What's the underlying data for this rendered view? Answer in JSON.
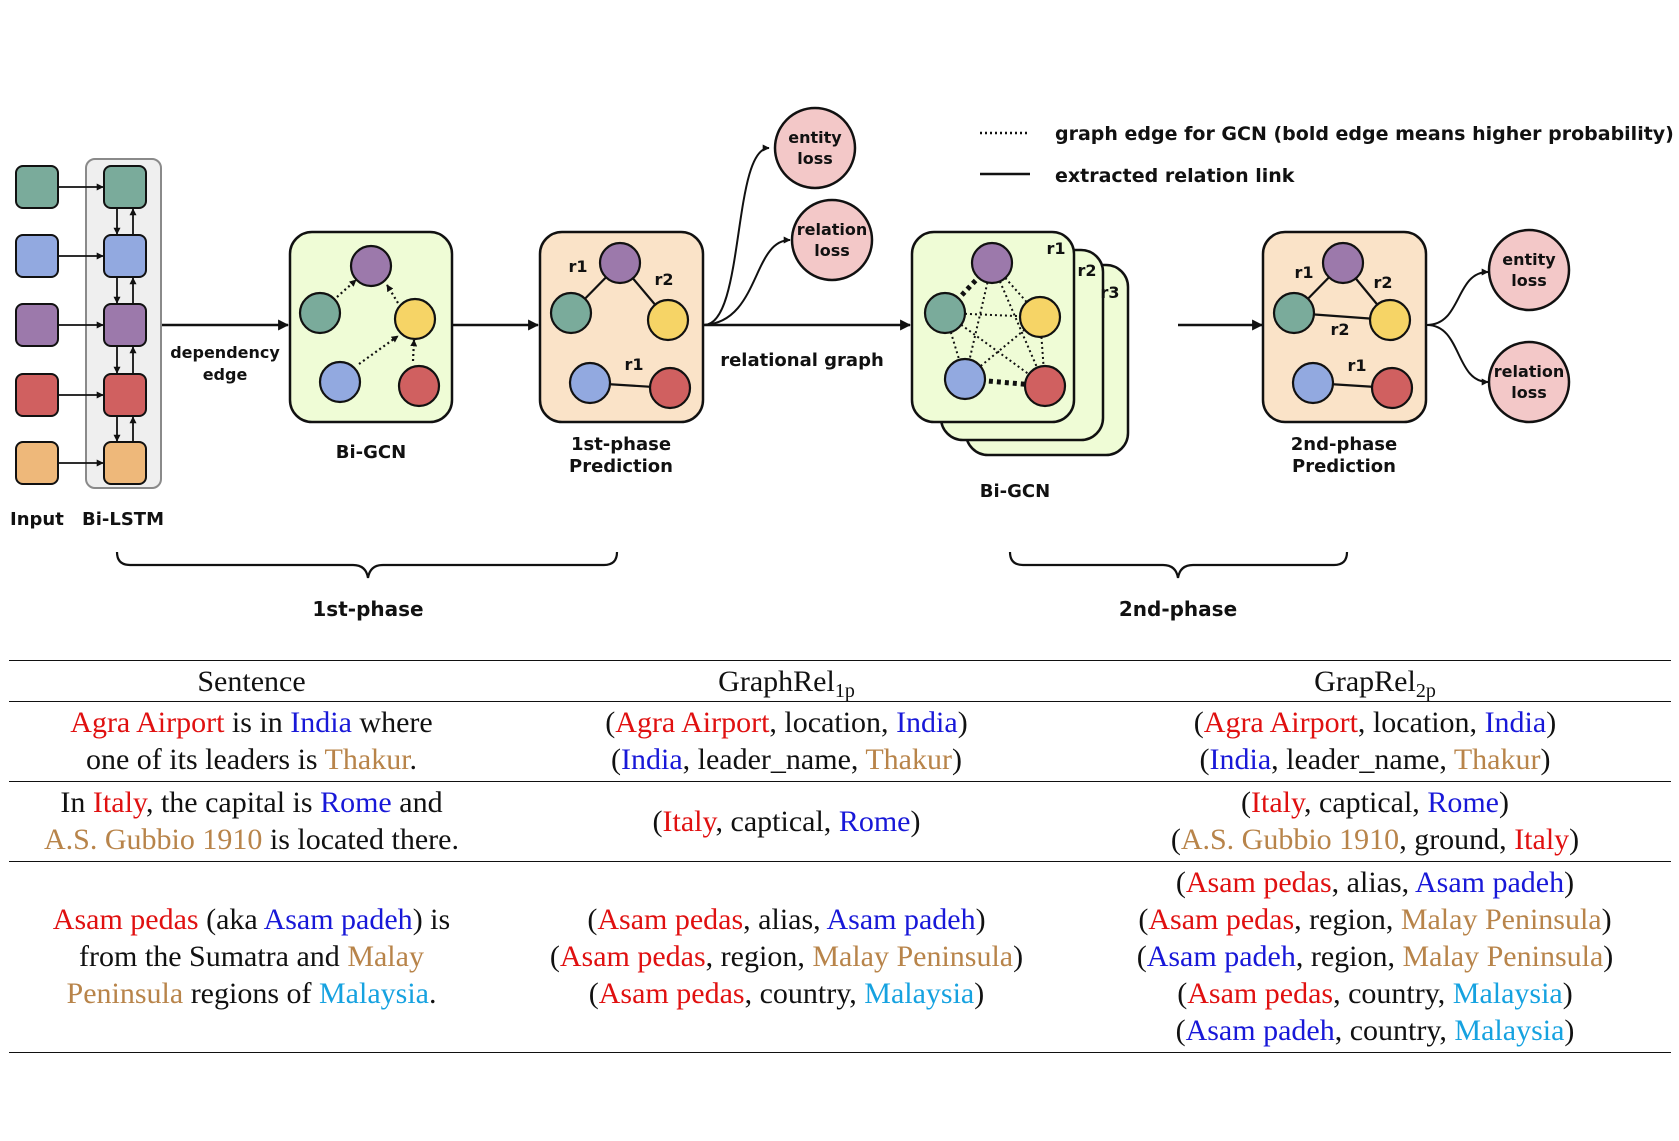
{
  "legend": {
    "dotted": "graph edge for GCN (bold edge means higher probability)",
    "solid": "extracted relation link"
  },
  "labels": {
    "input": "Input",
    "bilstm": "Bi-LSTM",
    "dependency_1": "dependency",
    "dependency_2": "edge",
    "bigcn1": "Bi-GCN",
    "pred1_1": "1st-phase",
    "pred1_2": "Prediction",
    "relational_graph": "relational graph",
    "bigcn2": "Bi-GCN",
    "pred2_1": "2nd-phase",
    "pred2_2": "Prediction",
    "phase1": "1st-phase",
    "phase2": "2nd-phase",
    "entity_1": "entity",
    "entity_2": "loss",
    "relation_1": "relation",
    "relation_2": "loss",
    "r1": "r1",
    "r2": "r2",
    "r3": "r3"
  },
  "colors": {
    "teal": "#7aab9b",
    "blue": "#92a9e0",
    "purple": "#9c79ab",
    "red": "#d06060",
    "orange": "#eeb87a",
    "yellow": "#f6d466",
    "green_panel": "#effcd6",
    "orange_panel": "#fae3c8",
    "loss_pink": "#f3c8c8",
    "head_entity": "#e01010",
    "tail_entity": "#1818d8",
    "third_entity": "#b8844a",
    "fourth_entity": "#16a2e0"
  },
  "table": {
    "headers": {
      "sentence": "Sentence",
      "g1_base": "GraphRel",
      "g1_sub": "1p",
      "g2_base": "GrapRel",
      "g2_sub": "2p"
    },
    "rows": [
      {
        "sentence": [
          [
            {
              "t": "Agra Airport",
              "c": "red"
            },
            {
              "t": " is in "
            },
            {
              "t": "India",
              "c": "blue"
            },
            {
              "t": " where"
            }
          ],
          [
            {
              "t": "one of its leaders is "
            },
            {
              "t": "Thakur",
              "c": "brown"
            },
            {
              "t": "."
            }
          ]
        ],
        "g1": [
          [
            {
              "t": "("
            },
            {
              "t": "Agra Airport",
              "c": "red"
            },
            {
              "t": ", location, "
            },
            {
              "t": "India",
              "c": "blue"
            },
            {
              "t": ")"
            }
          ],
          [
            {
              "t": "("
            },
            {
              "t": "India",
              "c": "blue"
            },
            {
              "t": ", leader_name, "
            },
            {
              "t": "Thakur",
              "c": "brown"
            },
            {
              "t": ")"
            }
          ]
        ],
        "g2": [
          [
            {
              "t": "("
            },
            {
              "t": "Agra Airport",
              "c": "red"
            },
            {
              "t": ", location, "
            },
            {
              "t": "India",
              "c": "blue"
            },
            {
              "t": ")"
            }
          ],
          [
            {
              "t": "("
            },
            {
              "t": "India",
              "c": "blue"
            },
            {
              "t": ", leader_name, "
            },
            {
              "t": "Thakur",
              "c": "brown"
            },
            {
              "t": ")"
            }
          ]
        ]
      },
      {
        "sentence": [
          [
            {
              "t": "In "
            },
            {
              "t": "Italy",
              "c": "red"
            },
            {
              "t": ", the capital is "
            },
            {
              "t": "Rome",
              "c": "blue"
            },
            {
              "t": " and"
            }
          ],
          [
            {
              "t": "A.S. Gubbio 1910",
              "c": "brown"
            },
            {
              "t": " is located there."
            }
          ]
        ],
        "g1": [
          [
            {
              "t": "("
            },
            {
              "t": "Italy",
              "c": "red"
            },
            {
              "t": ", captical, "
            },
            {
              "t": "Rome",
              "c": "blue"
            },
            {
              "t": ")"
            }
          ]
        ],
        "g2": [
          [
            {
              "t": "("
            },
            {
              "t": "Italy",
              "c": "red"
            },
            {
              "t": ", captical, "
            },
            {
              "t": "Rome",
              "c": "blue"
            },
            {
              "t": ")"
            }
          ],
          [
            {
              "t": "("
            },
            {
              "t": "A.S. Gubbio 1910",
              "c": "brown"
            },
            {
              "t": ", ground, "
            },
            {
              "t": "Italy",
              "c": "red"
            },
            {
              "t": ")"
            }
          ]
        ]
      },
      {
        "sentence": [
          [
            {
              "t": "Asam pedas",
              "c": "red"
            },
            {
              "t": " (aka "
            },
            {
              "t": "Asam padeh",
              "c": "blue"
            },
            {
              "t": ") is"
            }
          ],
          [
            {
              "t": "from the Sumatra and "
            },
            {
              "t": "Malay",
              "c": "brown"
            }
          ],
          [
            {
              "t": "Peninsula",
              "c": "brown"
            },
            {
              "t": " regions of "
            },
            {
              "t": "Malaysia",
              "c": "cyan"
            },
            {
              "t": "."
            }
          ]
        ],
        "g1": [
          [
            {
              "t": "("
            },
            {
              "t": "Asam pedas",
              "c": "red"
            },
            {
              "t": ", alias, "
            },
            {
              "t": "Asam padeh",
              "c": "blue"
            },
            {
              "t": ")"
            }
          ],
          [
            {
              "t": "("
            },
            {
              "t": "Asam pedas",
              "c": "red"
            },
            {
              "t": ", region, "
            },
            {
              "t": "Malay Peninsula",
              "c": "brown"
            },
            {
              "t": ")"
            }
          ],
          [
            {
              "t": "("
            },
            {
              "t": "Asam pedas",
              "c": "red"
            },
            {
              "t": ", country, "
            },
            {
              "t": "Malaysia",
              "c": "cyan"
            },
            {
              "t": ")"
            }
          ]
        ],
        "g2": [
          [
            {
              "t": "("
            },
            {
              "t": "Asam pedas",
              "c": "red"
            },
            {
              "t": ", alias, "
            },
            {
              "t": "Asam padeh",
              "c": "blue"
            },
            {
              "t": ")"
            }
          ],
          [
            {
              "t": "("
            },
            {
              "t": "Asam pedas",
              "c": "red"
            },
            {
              "t": ", region, "
            },
            {
              "t": "Malay Peninsula",
              "c": "brown"
            },
            {
              "t": ")"
            }
          ],
          [
            {
              "t": "("
            },
            {
              "t": "Asam padeh",
              "c": "blue"
            },
            {
              "t": ", region, "
            },
            {
              "t": "Malay Peninsula",
              "c": "brown"
            },
            {
              "t": ")"
            }
          ],
          [
            {
              "t": "("
            },
            {
              "t": "Asam pedas",
              "c": "red"
            },
            {
              "t": ", country, "
            },
            {
              "t": "Malaysia",
              "c": "cyan"
            },
            {
              "t": ")"
            }
          ],
          [
            {
              "t": "("
            },
            {
              "t": "Asam padeh",
              "c": "blue"
            },
            {
              "t": ", country, "
            },
            {
              "t": "Malaysia",
              "c": "cyan"
            },
            {
              "t": ")"
            }
          ]
        ]
      }
    ]
  }
}
